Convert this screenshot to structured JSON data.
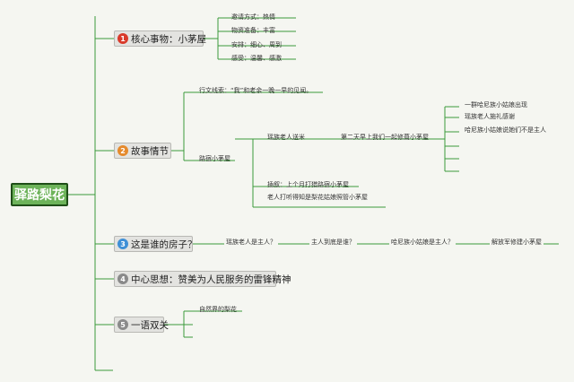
{
  "root": "驿路梨花",
  "branches": [
    {
      "num": "1",
      "label": "核心事物：小茅屋",
      "children": [
        "邀请方式：热情",
        "物资准备：丰富",
        "安排：细心、周到",
        "感受：温馨、感激"
      ]
    },
    {
      "num": "2",
      "label": "故事情节",
      "clue": "行文线索：“我”和老余一晚一早的见闻。",
      "stay": "路宿小茅屋",
      "elder": "瑶族老人送米",
      "next_morning": "第二天早上我们一起修葺小茅屋",
      "outcomes": [
        "一群哈尼族小姑娘出现",
        "瑶族老人施礼感谢",
        "哈尼族小姑娘说她们不是主人"
      ],
      "flashback": "插叙：上个月打猎路宿小茅屋",
      "learned": "老人打听得知是梨花姑娘照管小茅屋"
    },
    {
      "num": "3",
      "label": "这是谁的房子？",
      "chain": [
        "瑶族老人是主人？",
        "主人到底是谁？",
        "哈尼族小姑娘是主人？",
        "解放军修建小茅屋"
      ]
    },
    {
      "num": "4",
      "label": "中心思想：赞美为人民服务的雷锋精神"
    },
    {
      "num": "5",
      "label": "一语双关",
      "children": [
        "自然界的梨花"
      ]
    }
  ]
}
